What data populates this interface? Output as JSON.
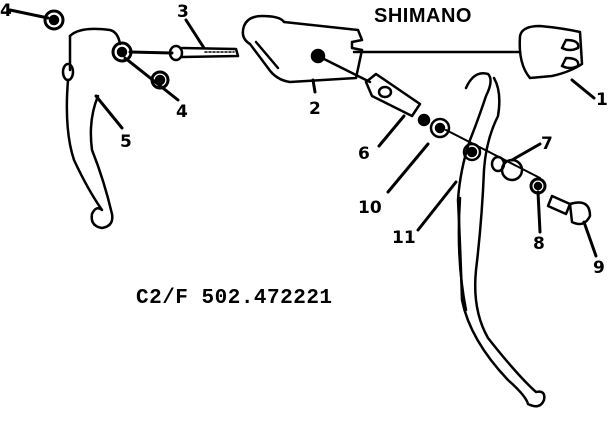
{
  "diagram": {
    "type": "exploded-parts-diagram",
    "brand": "SHIMANO",
    "part_number": "C2/F 502.472221",
    "callouts": [
      {
        "id": "1",
        "label": "1"
      },
      {
        "id": "2",
        "label": "2"
      },
      {
        "id": "3",
        "label": "3"
      },
      {
        "id": "4a",
        "label": "4"
      },
      {
        "id": "4b",
        "label": "4"
      },
      {
        "id": "5",
        "label": "5"
      },
      {
        "id": "6",
        "label": "6"
      },
      {
        "id": "7",
        "label": "7"
      },
      {
        "id": "8",
        "label": "8"
      },
      {
        "id": "9",
        "label": "9"
      },
      {
        "id": "10",
        "label": "10"
      },
      {
        "id": "11",
        "label": "11"
      }
    ],
    "colors": {
      "line": "#000000",
      "background": "#ffffff"
    }
  }
}
